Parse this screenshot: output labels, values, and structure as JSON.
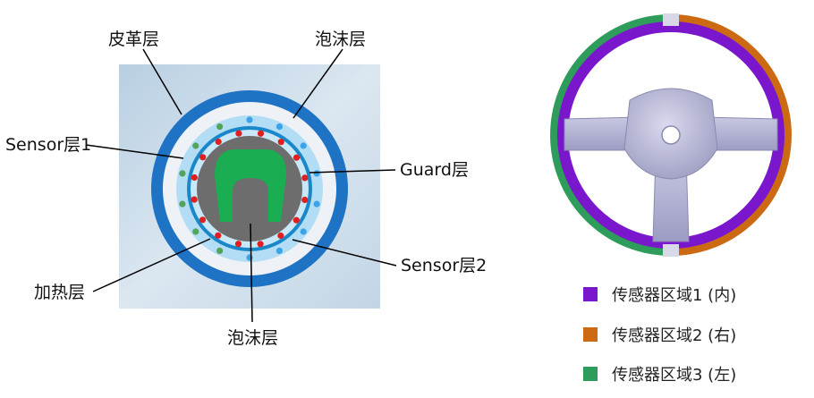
{
  "cross_section": {
    "labels": {
      "leather": "皮革层",
      "foam_top": "泡沫层",
      "sensor1": "Sensor层1",
      "guard": "Guard层",
      "heating": "加热层",
      "sensor2": "Sensor层2",
      "foam_bottom": "泡沫层"
    }
  },
  "legend": {
    "items": [
      {
        "label": "传感器区域1 (内)",
        "color": "#7a17cc"
      },
      {
        "label": "传感器区域2 (右)",
        "color": "#cc6a14"
      },
      {
        "label": "传感器区域3 (左)",
        "color": "#2e9c5a"
      }
    ]
  }
}
